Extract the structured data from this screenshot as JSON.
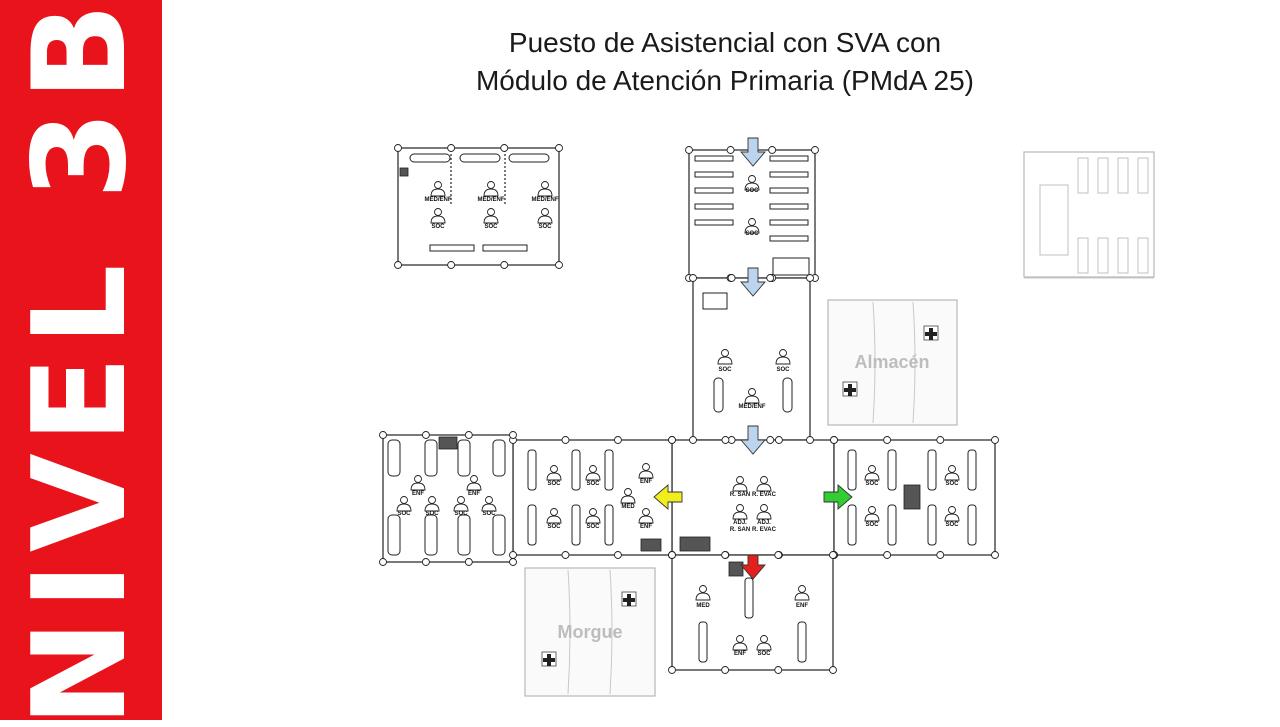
{
  "side_banner": {
    "text": "NIVEL 3B",
    "color": "#e8131b"
  },
  "title": {
    "line1": "Puesto de Asistencial con SVA con",
    "line2": "Módulo de Atención Primaria (PMdA 25)"
  },
  "labels": {
    "med_enf": "MED/ENF",
    "soc": "SOC",
    "enf": "ENF",
    "med": "MED",
    "r_san": "R. SAN",
    "r_evac": "R. EVAC",
    "adj": "ADJ.",
    "almacen": "Almacén",
    "morgue": "Morgue"
  },
  "arrow_colors": {
    "entry": "#bcd4ee",
    "left": "#f2ee1e",
    "right": "#33cc33",
    "down": "#e2211c"
  }
}
